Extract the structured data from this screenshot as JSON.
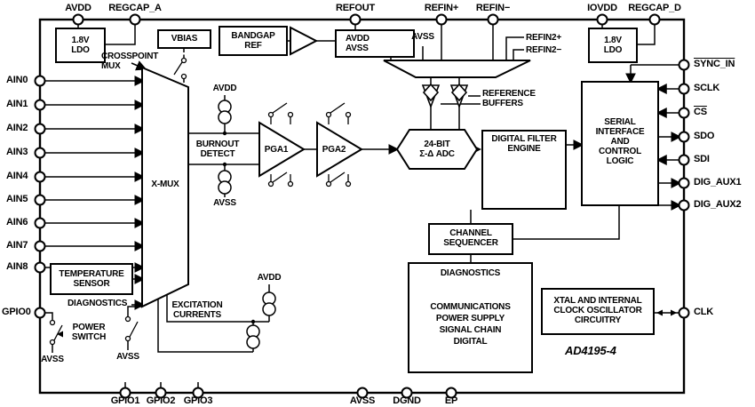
{
  "part_number": "AD4195-4",
  "pins": {
    "top": [
      {
        "name": "AVDD"
      },
      {
        "name": "REGCAP_A"
      },
      {
        "name": "REFOUT"
      },
      {
        "name": "REFIN+"
      },
      {
        "name": "REFIN−"
      },
      {
        "name": "IOVDD"
      },
      {
        "name": "REGCAP_D"
      }
    ],
    "left": [
      {
        "name": "AIN0"
      },
      {
        "name": "AIN1"
      },
      {
        "name": "AIN2"
      },
      {
        "name": "AIN3"
      },
      {
        "name": "AIN4"
      },
      {
        "name": "AIN5"
      },
      {
        "name": "AIN6"
      },
      {
        "name": "AIN7"
      },
      {
        "name": "AIN8"
      },
      {
        "name": "GPIO0"
      }
    ],
    "right": [
      {
        "name": "SYNC_IN"
      },
      {
        "name": "SCLK"
      },
      {
        "name": "CS"
      },
      {
        "name": "SDO"
      },
      {
        "name": "SDI"
      },
      {
        "name": "DIG_AUX1"
      },
      {
        "name": "DIG_AUX2"
      },
      {
        "name": "CLK"
      }
    ],
    "bottom": [
      {
        "name": "GPIO1"
      },
      {
        "name": "GPIO2"
      },
      {
        "name": "GPIO3"
      },
      {
        "name": "AVSS"
      },
      {
        "name": "DGND"
      },
      {
        "name": "EP"
      }
    ]
  },
  "blocks": {
    "ldo_a": "1.8V\nLDO",
    "ldo_d": "1.8V\nLDO",
    "vbias": "VBIAS",
    "bandgap": "BANDGAP\nREF",
    "ref_sources": "AVDD\nAVSS",
    "ref_avss": "AVSS",
    "refin2p": "REFIN2+",
    "refin2n": "REFIN2−",
    "ref_buffers": "REFERENCE\nBUFFERS",
    "crosspoint_mux": "CROSSPOINT\nMUX",
    "xmux": "X-MUX",
    "burnout": "BURNOUT\nDETECT",
    "avdd_burnout": "AVDD",
    "avss_burnout": "AVSS",
    "pga1": "PGA1",
    "pga2": "PGA2",
    "adc": "24-BIT\nΣ-Δ ADC",
    "filter": "DIGITAL FILTER\nENGINE",
    "serial": "SERIAL\nINTERFACE\nAND\nCONTROL\nLOGIC",
    "sequencer": "CHANNEL\nSEQUENCER",
    "diag_title": "DIAGNOSTICS",
    "diag_body": "COMMUNICATIONS\nPOWER SUPPLY\nSIGNAL CHAIN\nDIGITAL",
    "xtal": "XTAL AND INTERNAL\nCLOCK OSCILLATOR\nCIRCUITRY",
    "temp_sensor": "TEMPERATURE\nSENSOR",
    "diagnostics_label": "DIAGNOSTICS",
    "excitation": "EXCITATION\nCURRENTS",
    "avdd_excitation": "AVDD",
    "power_switch": "POWER\nSWITCH",
    "avss_sw1": "AVSS",
    "avss_sw2": "AVSS"
  }
}
